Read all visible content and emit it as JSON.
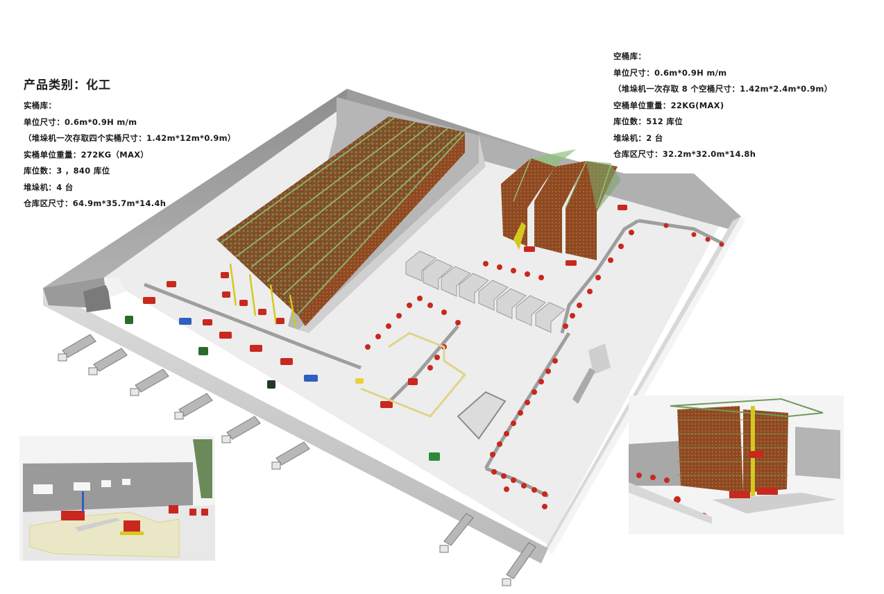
{
  "diagram": {
    "type": "isometric-warehouse-layout",
    "product_category": {
      "label": "产品类别：",
      "value": "化工"
    },
    "full_bucket_warehouse": {
      "heading": "实桶库：",
      "lines": [
        "单位尺寸：0.6m*0.9H m/m",
        "（堆垛机一次存取四个实桶尺寸：1.42m*12m*0.9m）",
        "实桶单位重量：272KG（MAX）",
        "库位数：3 ，840 库位",
        "堆垛机：4 台",
        "仓库区尺寸：64.9m*35.7m*14.4h"
      ]
    },
    "empty_bucket_warehouse": {
      "heading": "空桶库：",
      "lines": [
        "单位尺寸：0.6m*0.9H m/m",
        "（堆垛机一次存取 8 个空桶尺寸：1.42m*2.4m*0.9m）",
        "空桶单位重量：22KG(MAX)",
        "库位数：512 库位",
        "堆垛机：2 台",
        "仓库区尺寸：32.2m*32.0m*14.8h"
      ]
    },
    "elements": {
      "main_rack_aisles": 4,
      "empty_rack_aisles": 2,
      "filling_machines": 8,
      "loading_dock_trucks": 8,
      "forklifts": 4
    },
    "colors": {
      "wall": "#9a9a9a",
      "wall_light": "#c8c8c8",
      "floor": "#ececec",
      "rack_brown": "#8a5a2e",
      "rack_green": "#6f9a5a",
      "drum_red": "#c8281e",
      "conveyor": "#a0a0a0",
      "fence_yellow": "#e6d98a",
      "forklift_green": "#2c6a2c",
      "agv_blue": "#2f5fbf",
      "crane_yellow": "#d6c81e"
    }
  }
}
